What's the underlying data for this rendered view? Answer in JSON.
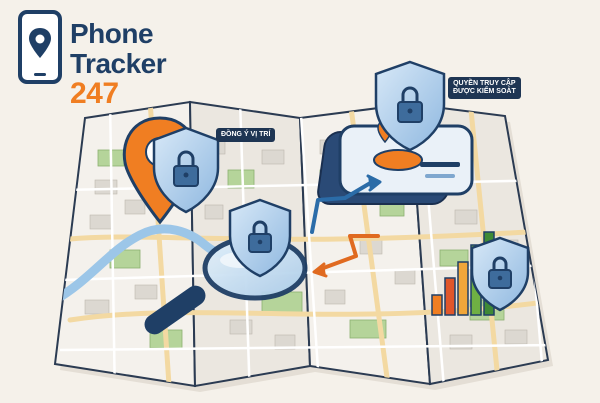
{
  "logo": {
    "line1": "Phone",
    "line2": "Tracker",
    "line3": "247"
  },
  "labels": {
    "consent": "ĐỒNG Ý VỊ TRÍ",
    "access_line1": "QUYỀN TRUY CẬP",
    "access_line2": "ĐƯỢC KIỂM SOÁT"
  },
  "icons": [
    "map-pin-icon",
    "shield-lock-icon",
    "magnifying-glass-icon",
    "phone-icon",
    "bar-chart-icon",
    "route-arrow-icon"
  ],
  "colors": {
    "brand_blue": "#1f3f66",
    "brand_orange": "#f07e22",
    "shield_blue": "#b8d4ee",
    "map_green": "#b5d49a",
    "water_blue": "#9cc6e8"
  }
}
